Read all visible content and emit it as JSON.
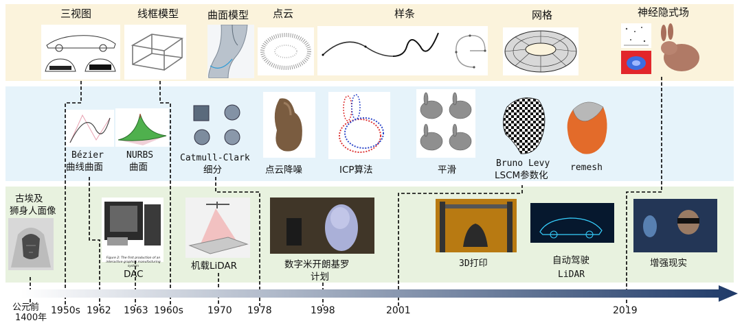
{
  "representations": [
    {
      "id": "three-view",
      "label": "三视图"
    },
    {
      "id": "wireframe",
      "label": "线框模型"
    },
    {
      "id": "surface-model",
      "label": "曲面模型"
    },
    {
      "id": "point-cloud",
      "label": "点云"
    },
    {
      "id": "spline",
      "label": "样条"
    },
    {
      "id": "mesh",
      "label": "网格"
    },
    {
      "id": "implicit",
      "label": "神经隐式场"
    }
  ],
  "algorithms": [
    {
      "id": "bezier",
      "line1": "Bézier",
      "line2": "曲线曲面"
    },
    {
      "id": "nurbs",
      "line1": "NURBS",
      "line2": "曲面"
    },
    {
      "id": "catmull",
      "line1": "Catmull-Clark",
      "line2": "细分"
    },
    {
      "id": "denoise",
      "line1": "点云降噪",
      "line2": ""
    },
    {
      "id": "icp",
      "line1": "ICP算法",
      "line2": ""
    },
    {
      "id": "smooth",
      "line1": "平滑",
      "line2": ""
    },
    {
      "id": "lscm",
      "line1": "Bruno Levy",
      "line2": "LSCM参数化"
    },
    {
      "id": "remesh",
      "line1": "remesh",
      "line2": ""
    }
  ],
  "applications": [
    {
      "id": "sphinx",
      "line1": "古埃及",
      "line2": "狮身人面像"
    },
    {
      "id": "dac",
      "line1": "DAC",
      "line2": ""
    },
    {
      "id": "lidar-air",
      "line1": "机载LiDAR",
      "line2": ""
    },
    {
      "id": "michelangelo",
      "line1": "数字米开朗基罗",
      "line2": "计划"
    },
    {
      "id": "print3d",
      "line1": "3D打印",
      "line2": ""
    },
    {
      "id": "autodrive",
      "line1": "自动驾驶",
      "line2": "LiDAR"
    },
    {
      "id": "ar",
      "line1": "增强现实",
      "line2": ""
    }
  ],
  "timeline": {
    "years": [
      "公元前",
      "1400年",
      "1950s",
      "1962",
      "1963",
      "1960s",
      "1970",
      "1978",
      "1998",
      "2001",
      "2019"
    ],
    "arrow_color": "#1f3a68"
  },
  "dac_caption": "Figure 2: The first production of an interactive graphics manufacturing system"
}
